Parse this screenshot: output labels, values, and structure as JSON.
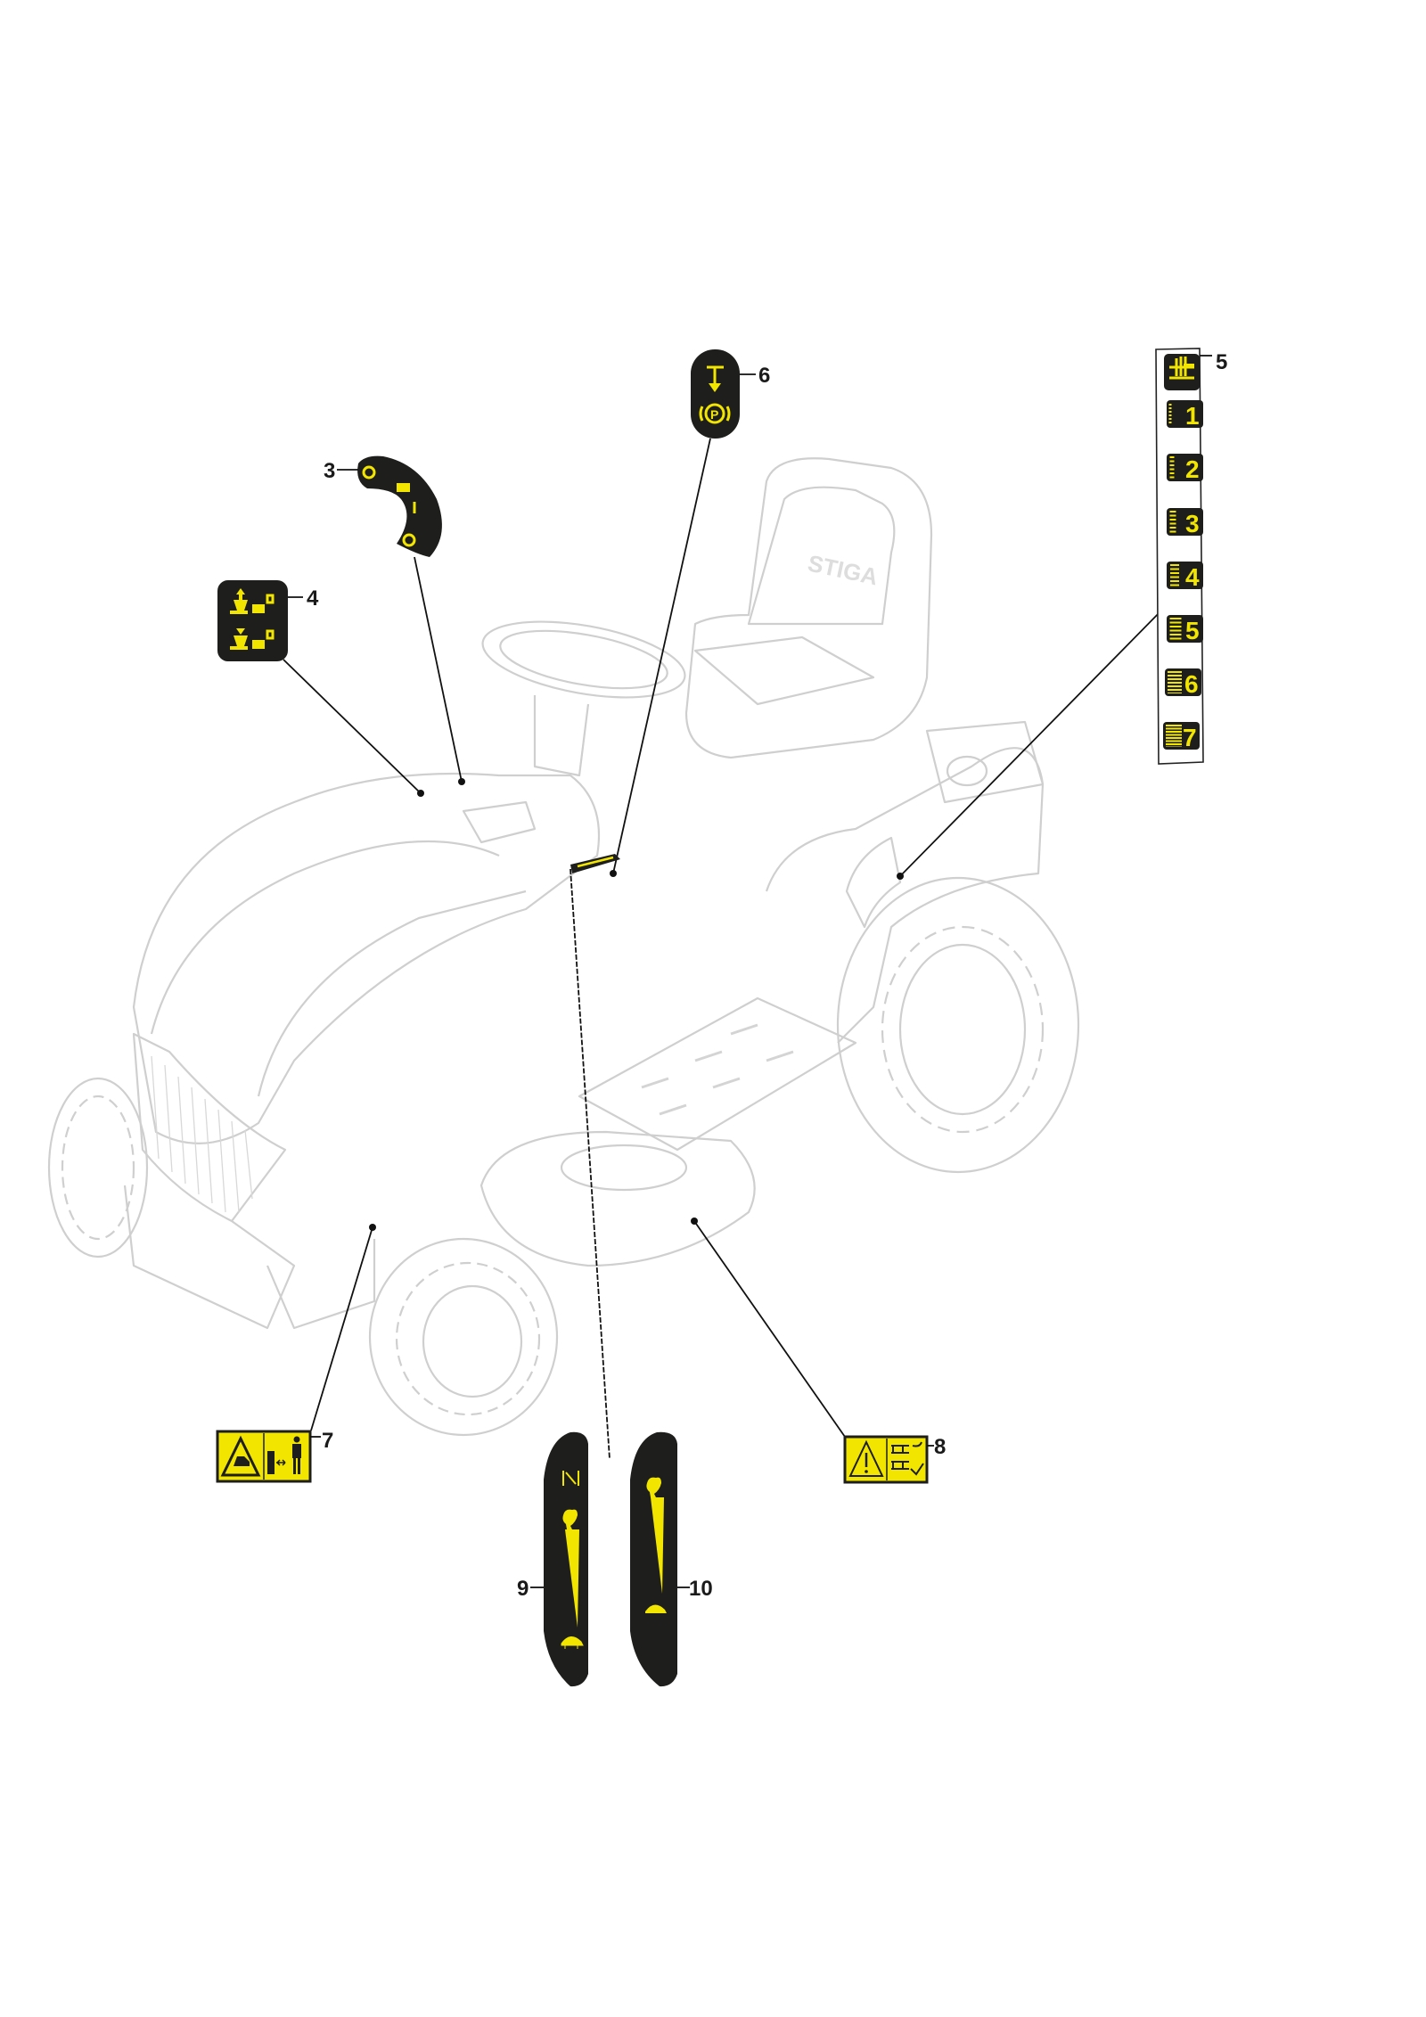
{
  "diagram": {
    "title": "Decals",
    "brand_logo_text": "STIGA",
    "colors": {
      "decal_background": "#1e1e1c",
      "decal_symbol": "#f2e600",
      "machine_outline": "#cfcfcf"
    },
    "callouts": [
      {
        "number": "3",
        "part": "ignition-switch-decal"
      },
      {
        "number": "4",
        "part": "cutting-deck-lift-decal"
      },
      {
        "number": "5",
        "part": "cutting-height-decal"
      },
      {
        "number": "6",
        "part": "parking-brake-decal"
      },
      {
        "number": "7",
        "part": "safety-distance-warning-decal"
      },
      {
        "number": "8",
        "part": "warning-manual-decal"
      },
      {
        "number": "9",
        "part": "speed-control-decal-left"
      },
      {
        "number": "10",
        "part": "speed-control-decal-right"
      }
    ],
    "cutting_heights": [
      "1",
      "2",
      "3",
      "4",
      "5",
      "6",
      "7"
    ],
    "decal3_symbols": [
      "O",
      "I"
    ]
  }
}
